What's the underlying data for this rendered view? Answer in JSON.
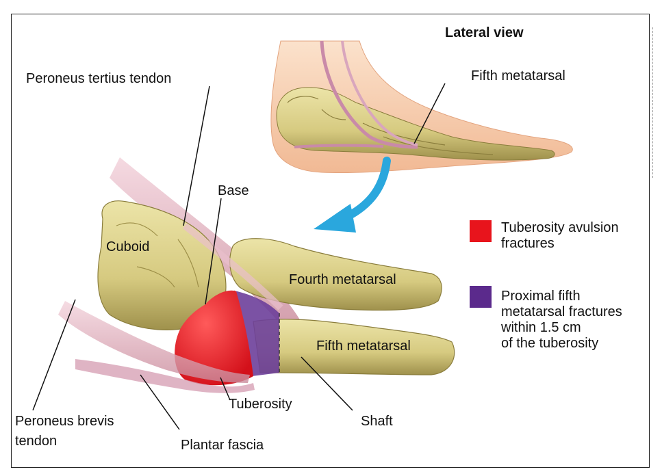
{
  "title": "Lateral view",
  "labels": {
    "peroneus_tertius": "Peroneus tertius tendon",
    "fifth_metatarsal_top": "Fifth metatarsal",
    "base": "Base",
    "cuboid": "Cuboid",
    "fourth_metatarsal": "Fourth metatarsal",
    "fifth_metatarsal": "Fifth metatarsal",
    "tuberosity": "Tuberosity",
    "shaft": "Shaft",
    "plantar_fascia": "Plantar fascia",
    "peroneus_brevis_line1": "Peroneus brevis",
    "peroneus_brevis_line2": "tendon"
  },
  "legend": [
    {
      "color": "#e8141c",
      "lines": [
        "Tuberosity avulsion",
        "fractures"
      ]
    },
    {
      "color": "#5b2a8c",
      "lines": [
        "Proximal fifth",
        "metatarsal fractures",
        "within 1.5 cm",
        "of the tuberosity"
      ]
    }
  ],
  "colors": {
    "bone": "#d9cf87",
    "bone_shadow": "#a89a55",
    "skin": "#f6c9a4",
    "tendon": "#dba5b4",
    "arrow": "#2aa7dd",
    "fracture_red": "#e8141c",
    "fracture_purple": "#6d3f9a"
  }
}
